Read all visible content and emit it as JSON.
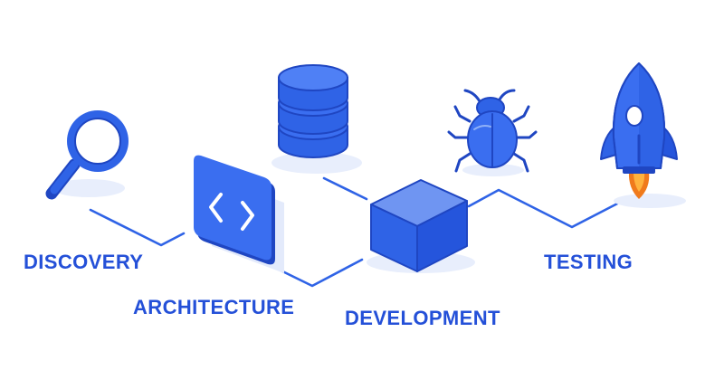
{
  "labels": {
    "discovery": "DISCOVERY",
    "architecture": "ARCHITECTURE",
    "development": "DEVELOPMENT",
    "testing": "TESTING"
  },
  "icons": {
    "discovery": "magnifier-icon",
    "architecture": "code-brackets-icon",
    "database": "database-icon",
    "development": "cube-icon",
    "bug": "bug-icon",
    "testing": "rocket-icon"
  },
  "colors": {
    "primary": "#2f63e6",
    "primary_light": "#6f95f2",
    "primary_dark": "#1f46c2",
    "shadow": "#e3eafb",
    "flame": "#f07a1c",
    "flame_light": "#ffb23d",
    "label": "#2450d8"
  }
}
